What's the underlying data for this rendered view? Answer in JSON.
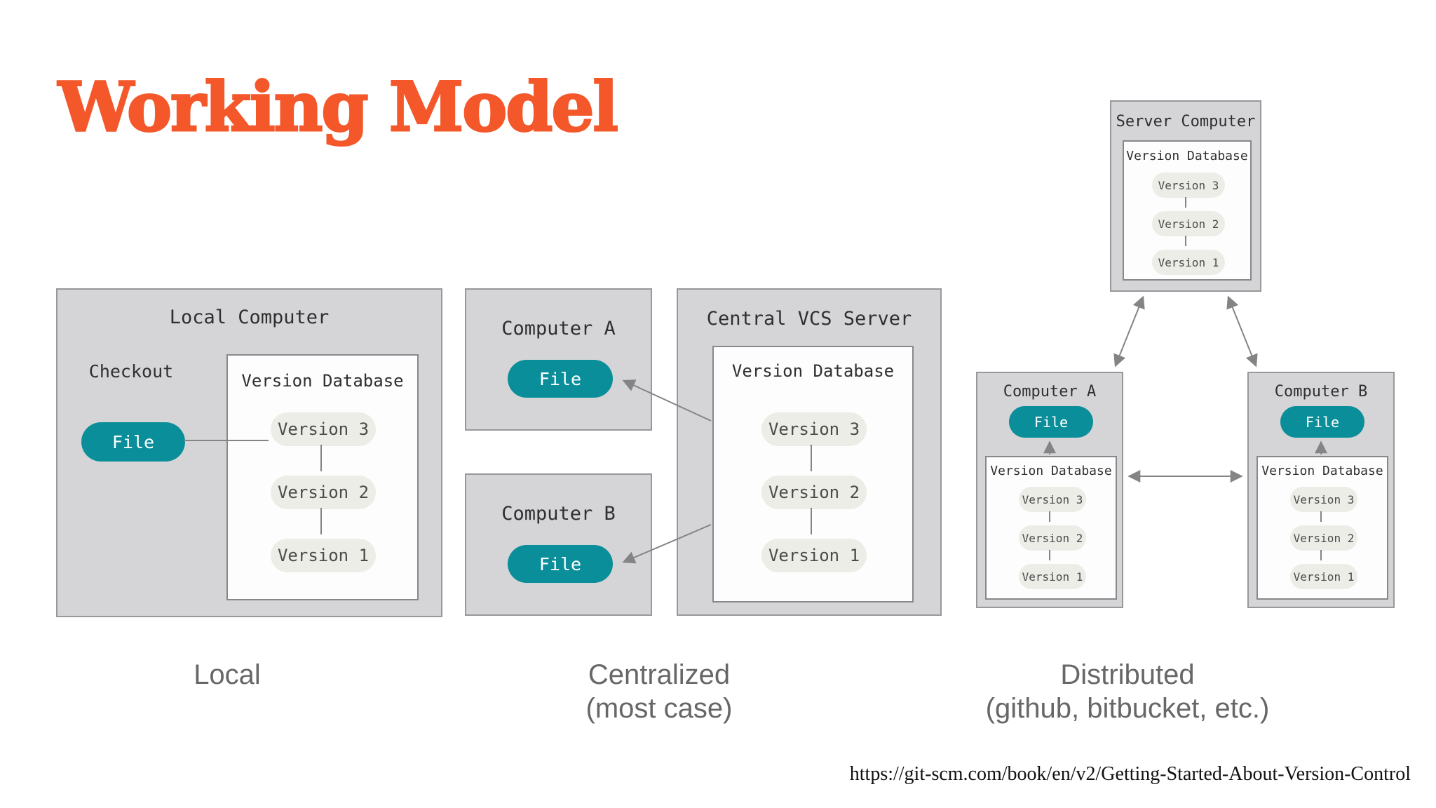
{
  "title": "Working Model",
  "colors": {
    "accent_orange": "#f4582a",
    "teal_file": "#0a8e99",
    "box_gray": "#d5d5d7",
    "box_border": "#98989c",
    "pill_gray": "#ecede7",
    "connector_gray": "#848484",
    "caption_gray": "#676767"
  },
  "local": {
    "caption": "Local",
    "computer_title": "Local Computer",
    "checkout_label": "Checkout",
    "file_label": "File",
    "db_title": "Version Database",
    "versions": [
      "Version 3",
      "Version 2",
      "Version 1"
    ]
  },
  "centralized": {
    "caption_line1": "Centralized",
    "caption_line2": "(most case)",
    "computer_a_title": "Computer A",
    "computer_b_title": "Computer B",
    "file_label": "File",
    "server_title": "Central VCS Server",
    "db_title": "Version Database",
    "versions": [
      "Version 3",
      "Version 2",
      "Version 1"
    ]
  },
  "distributed": {
    "caption_line1": "Distributed",
    "caption_line2": "(github, bitbucket, etc.)",
    "server_title": "Server Computer",
    "computer_a_title": "Computer A",
    "computer_b_title": "Computer B",
    "file_label": "File",
    "db_title": "Version Database",
    "versions": [
      "Version 3",
      "Version 2",
      "Version 1"
    ]
  },
  "footer": {
    "source_url": "https://git-scm.com/book/en/v2/Getting-Started-About-Version-Control"
  }
}
